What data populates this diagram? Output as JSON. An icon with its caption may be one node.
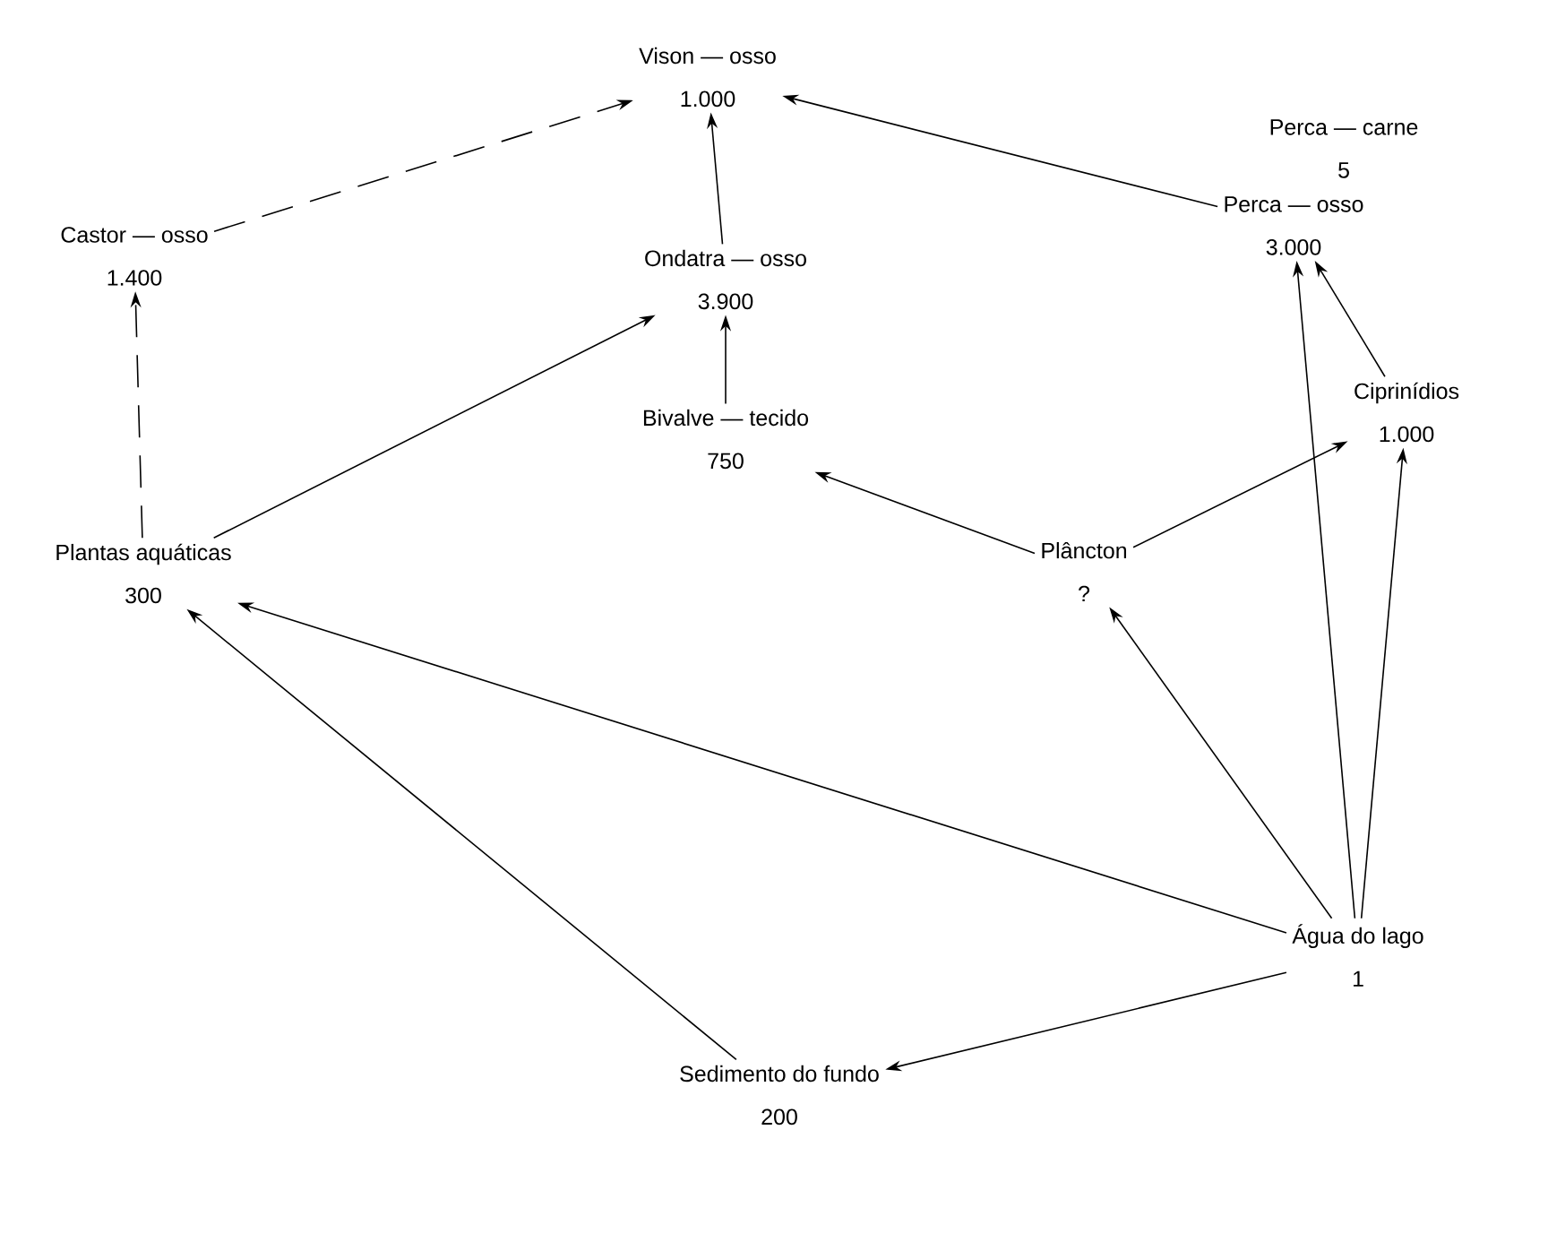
{
  "diagram": {
    "nodes": [
      {
        "text": [
          "Vison — osso",
          "1.000"
        ]
      },
      {
        "text": [
          "Perca — carne",
          "5"
        ]
      },
      {
        "text": [
          "Perca — osso",
          "3.000"
        ]
      },
      {
        "text": [
          "Castor — osso",
          "1.400"
        ]
      },
      {
        "text": [
          "Ondatra — osso",
          "3.900"
        ]
      },
      {
        "text": [
          "Ciprinídios",
          "1.000"
        ]
      },
      {
        "text": [
          "Bivalve — tecido",
          "750"
        ]
      },
      {
        "text": [
          "Plantas aquáticas",
          "300"
        ]
      },
      {
        "text": [
          "Plâncton",
          "?"
        ]
      },
      {
        "text": [
          "Água do lago",
          "1"
        ]
      },
      {
        "text": [
          "Sedimento do fundo",
          "200"
        ]
      }
    ],
    "edges": [
      {
        "from": 2,
        "to": 0,
        "arrow": "to"
      },
      {
        "from": 3,
        "to": 0,
        "arrow": "to",
        "style": "dashed"
      },
      {
        "from": 4,
        "to": 0,
        "arrow": "to"
      },
      {
        "from": 5,
        "to": 2,
        "arrow": "to"
      },
      {
        "from": 9,
        "to": 2,
        "arrow": "to"
      },
      {
        "from": 6,
        "to": 4,
        "arrow": "to"
      },
      {
        "from": 7,
        "to": 3,
        "arrow": "to",
        "style": "dashed"
      },
      {
        "from": 7,
        "to": 4,
        "arrow": "to"
      },
      {
        "from": 8,
        "to": 6,
        "arrow": "to"
      },
      {
        "from": 8,
        "to": 5,
        "arrow": "to"
      },
      {
        "from": 9,
        "to": 5,
        "arrow": "to"
      },
      {
        "from": 9,
        "to": 8,
        "arrow": "to"
      },
      {
        "from": 9,
        "to": 7,
        "arrow": "to"
      },
      {
        "from": 9,
        "to": 10,
        "arrow": "to"
      },
      {
        "from": 10,
        "to": 7,
        "arrow": "to"
      }
    ]
  }
}
